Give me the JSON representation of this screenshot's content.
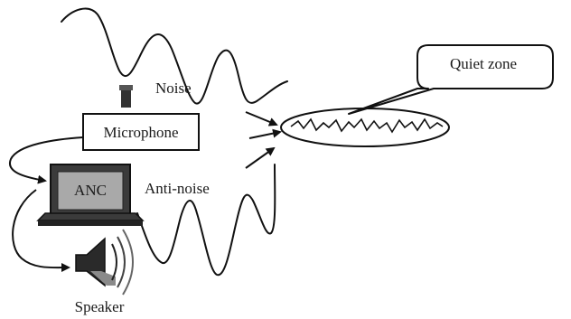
{
  "labels": {
    "noise": "Noise",
    "microphone": "Microphone",
    "anc": "ANC",
    "anti_noise": "Anti-noise",
    "quiet_zone": "Quiet zone",
    "speaker": "Speaker"
  }
}
